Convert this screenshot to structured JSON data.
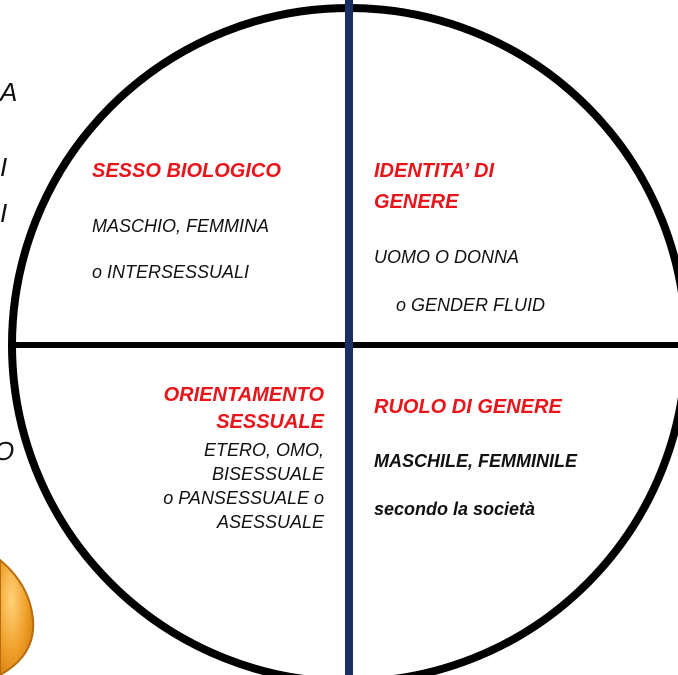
{
  "cut_off_text": [
    "A",
    "I",
    "I",
    "O"
  ],
  "colors": {
    "ring": "#000000",
    "vertical_divider": "#1c2d63",
    "horizontal_divider": "#000000",
    "title": "#e8151b",
    "body_text": "#111111",
    "orange_shape": "#f0a12a"
  },
  "quadrants": {
    "top_left": {
      "title": "SESSO BIOLOGICO",
      "line1": "MASCHIO, FEMMINA",
      "line2": "o INTERSESSUALI"
    },
    "top_right": {
      "title_line1": "IDENTITA’ DI",
      "title_line2": "GENERE",
      "line1": "UOMO O DONNA",
      "line2": "o GENDER FLUID"
    },
    "bottom_left": {
      "title_line1": "ORIENTAMENTO",
      "title_line2": "SESSUALE",
      "line1": "ETERO, OMO,",
      "line2": "BISESSUALE",
      "line3": "o PANSESSUALE o",
      "line4": "ASESSUALE"
    },
    "bottom_right": {
      "title": "RUOLO DI GENERE",
      "line1": "MASCHILE, FEMMINILE",
      "line2": "secondo la società"
    }
  }
}
